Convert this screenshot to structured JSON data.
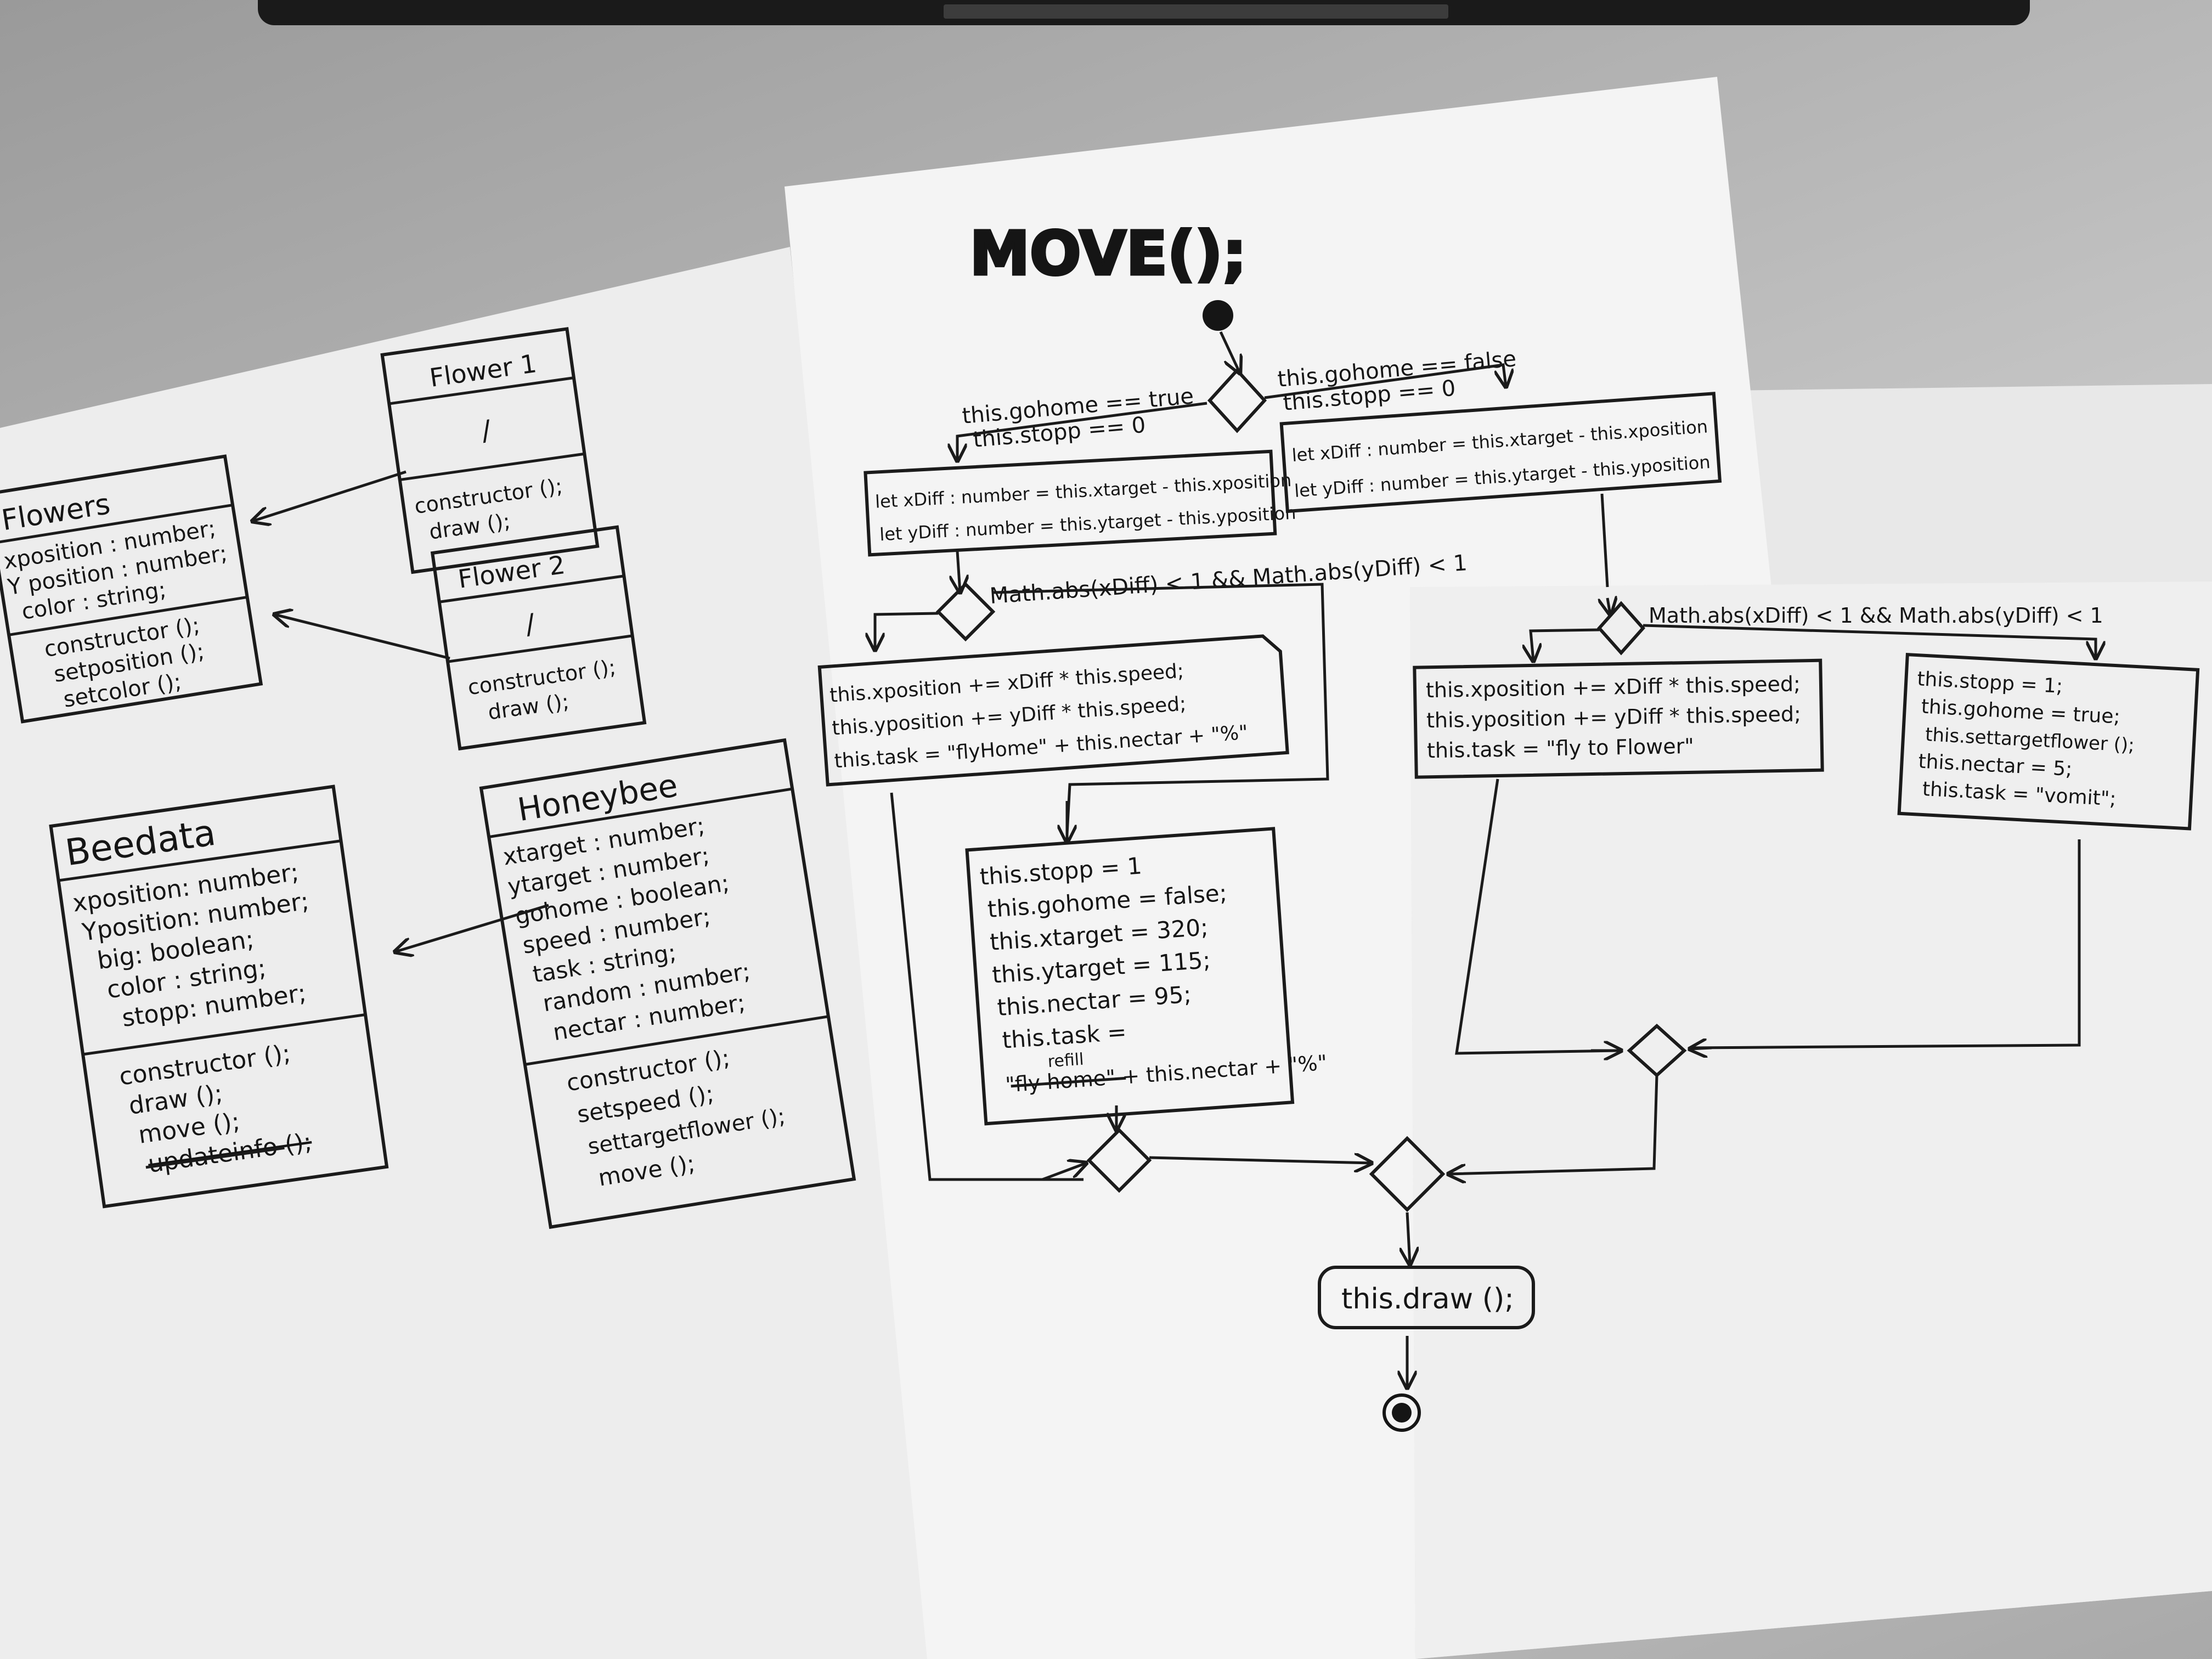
{
  "title": "MOVE();",
  "uml": {
    "flowers": {
      "name": "Flowers",
      "attributes": [
        "xposition : number;",
        "Y position : number;",
        "color : string;"
      ],
      "methods": [
        "constructor ();",
        "setposition ();",
        "setcolor ();"
      ]
    },
    "flower1": {
      "name": "Flower 1",
      "attributes": [
        "/"
      ],
      "methods": [
        "constructor ();",
        "draw ();"
      ]
    },
    "flower2": {
      "name": "Flower 2",
      "attributes": [
        "/"
      ],
      "methods": [
        "constructor ();",
        "draw ();"
      ]
    },
    "beedata": {
      "name": "Beedata",
      "attributes": [
        "xposition: number;",
        "Yposition: number;",
        "big: boolean;",
        "color : string;",
        "stopp: number;"
      ],
      "methods": [
        "constructor ();",
        "draw ();",
        "move ();",
        "updateinfo ();"
      ]
    },
    "honeybee": {
      "name": "Honeybee",
      "attributes": [
        "xtarget : number;",
        "ytarget : number;",
        "gohome : boolean;",
        "speed : number;",
        "task : string;",
        "random : number;",
        "nectar : number;"
      ],
      "methods": [
        "constructor ();",
        "setspeed ();",
        "settargetflower ();",
        "move ();"
      ]
    }
  },
  "flow": {
    "cond_left": [
      "this.gohome == true",
      "this.stopp == 0"
    ],
    "cond_right": [
      "this.gohome == false",
      "this.stopp == 0"
    ],
    "left_diff": [
      "let xDiff : number = this.xtarget - this.xposition",
      "let yDiff : number = this.ytarget - this.yposition"
    ],
    "right_diff": [
      "let xDiff : number = this.xtarget - this.xposition",
      "let yDiff : number = this.ytarget - this.yposition"
    ],
    "cond_abs_left": "Math.abs(xDiff) < 1 && Math.abs(yDiff) < 1",
    "cond_abs_right": "Math.abs(xDiff) < 1 && Math.abs(yDiff) < 1",
    "left_move": [
      "this.xposition += xDiff * this.speed;",
      "this.yposition += yDiff * this.speed;",
      "this.task = \"flyHome\" + this.nectar + \"%\""
    ],
    "refill": [
      "this.stopp = 1",
      "this.gohome = false;",
      "this.xtarget = 320;",
      "this.ytarget = 115;",
      "this.nectar = 95;",
      "this.task =",
      "\"fly home\" + this.nectar + \"%\""
    ],
    "refill_note": "refill",
    "right_move": [
      "this.xposition += xDiff * this.speed;",
      "this.yposition += yDiff * this.speed;",
      "this.task = \"fly to Flower\""
    ],
    "vomit": [
      "this.stopp = 1;",
      "this.gohome = true;",
      "this.settargetflower ();",
      "this.nectar = 5;",
      "this.task = \"vomit\";"
    ],
    "draw": "this.draw ();"
  }
}
